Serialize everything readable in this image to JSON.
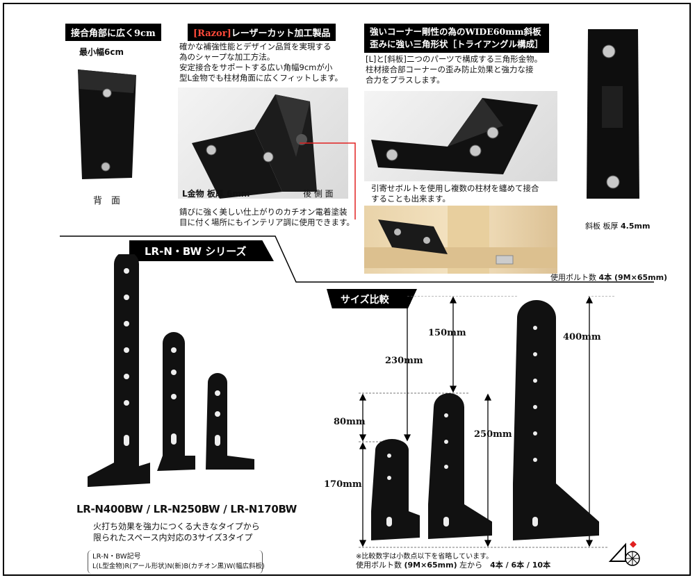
{
  "top_left": {
    "header": "接合角部に広く9cm",
    "min_width_label": "最小幅6cm",
    "back_label": "背　面"
  },
  "top_mid": {
    "header_red": "[Razor]",
    "header_rest": "レーザーカット加工製品",
    "desc": [
      "確かな補強性能とデザイン品質を実現する",
      "為のシャープな加工方法。",
      "安定接合をサポートする広い角幅9cmが小",
      "型L金物でも柱材角面に広くフィットします。"
    ],
    "thickness_prefix": "L金物 板厚",
    "thickness_value": "6mm",
    "rear_label": "後 側 面",
    "coat_desc": [
      "錆びに強く美しい仕上がりのカチオン電着塗装",
      "目に付く場所にもインテリア調に使用できます。"
    ]
  },
  "top_right": {
    "header_line1": "強いコーナー剛性の為のWIDE60mm斜板",
    "header_line2": "歪みに強い三角形状［トライアングル構成］",
    "desc": [
      "[L]と[斜板]二つのパーツで構成する三角形金物。",
      "柱材接合部コーナーの歪み防止効果と強力な接",
      "合力をプラスします。"
    ],
    "bolt_desc": [
      "引寄せボルトを使用し複数の柱材を纏めて接合",
      "することも出来ます。"
    ],
    "plate_prefix": "斜板 板厚",
    "plate_value": "4.5mm",
    "bolts_prefix": "使用ボルト数",
    "bolts_value": "4本 (9M×65mm)"
  },
  "series": {
    "title": "LR-N・BW シリーズ",
    "models": "LR-N400BW / LR-N250BW / LR-N170BW",
    "desc": [
      "火打ち効果を強力につくる大きなタイプから",
      "限られたスペース内対応の3サイズ3タイプ"
    ],
    "code_title": "LR-N・BW記号",
    "code_desc": "L(L型金物)R(アール形状)N(新)B(カチオン黒)W(幅広斜板)"
  },
  "size": {
    "title": "サイズ比較",
    "dims": [
      "150mm",
      "230mm",
      "400mm",
      "80mm",
      "250mm",
      "170mm"
    ],
    "note": "※比較数字は小数点以下を省略しています。",
    "bolts_prefix": "使用ボルト数",
    "bolts_spec": "(9M×65mm)",
    "bolts_mid": "左から",
    "bolts_counts": "4本 / 6本 / 10本"
  }
}
